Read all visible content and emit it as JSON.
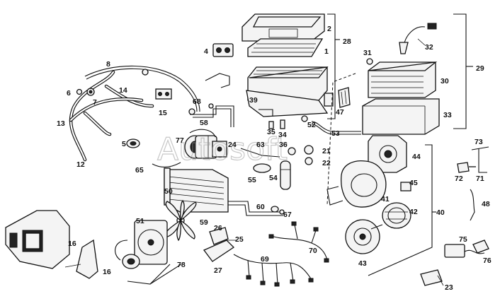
{
  "watermark": "Autosoft",
  "callouts": {
    "c1": "1",
    "c2": "2",
    "c4": "4",
    "c5": "5",
    "c6": "6",
    "c7": "7",
    "c8": "8",
    "c12": "12",
    "c13": "13",
    "c14": "14",
    "c15": "15",
    "c16a": "16",
    "c16b": "16",
    "c21": "21",
    "c22": "22",
    "c23": "23",
    "c24": "24",
    "c25": "25",
    "c26": "26",
    "c27": "27",
    "c28": "28",
    "c29": "29",
    "c30": "30",
    "c31": "31",
    "c32": "32",
    "c33": "33",
    "c34": "34",
    "c35": "35",
    "c36": "36",
    "c39": "39",
    "c40": "40",
    "c41": "41",
    "c42": "42",
    "c43": "43",
    "c44": "44",
    "c45": "45",
    "c47": "47",
    "c48": "48",
    "c50": "50",
    "c51": "51",
    "c52": "52",
    "c53": "53",
    "c54": "54",
    "c55": "55",
    "c58": "58",
    "c59": "59",
    "c60": "60",
    "c63": "63",
    "c65": "65",
    "c67": "67",
    "c68": "68",
    "c69": "69",
    "c70": "70",
    "c71": "71",
    "c72": "72",
    "c73": "73",
    "c75": "75",
    "c76": "76",
    "c77": "77",
    "c78": "78"
  }
}
